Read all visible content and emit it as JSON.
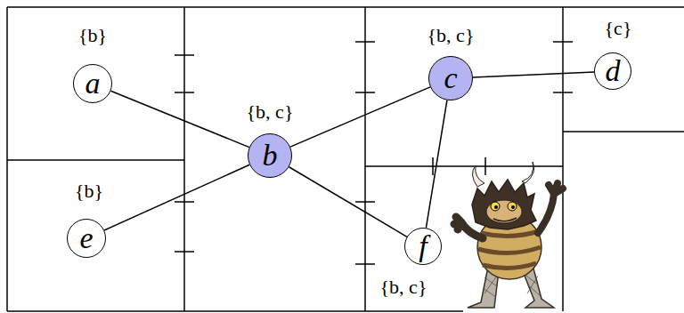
{
  "diagram": {
    "nodes": [
      {
        "text": [
          "a"
        ]
      },
      {
        "text": [
          "b"
        ]
      },
      {
        "text": [
          "c"
        ]
      },
      {
        "text": [
          "d"
        ]
      },
      {
        "text": [
          "e"
        ]
      },
      {
        "text": [
          "f"
        ]
      }
    ],
    "edges": [
      {
        "from": 0,
        "to": 1,
        "arrow": "none"
      },
      {
        "from": 4,
        "to": 1,
        "arrow": "none"
      },
      {
        "from": 1,
        "to": 2,
        "arrow": "none"
      },
      {
        "from": 1,
        "to": 5,
        "arrow": "none"
      },
      {
        "from": 2,
        "to": 3,
        "arrow": "none"
      },
      {
        "from": 2,
        "to": 5,
        "arrow": "none"
      }
    ],
    "labels": [
      "{b}",
      "{b, c}",
      "{c}",
      "{b, c}",
      "{b}",
      "{b, c}"
    ]
  }
}
